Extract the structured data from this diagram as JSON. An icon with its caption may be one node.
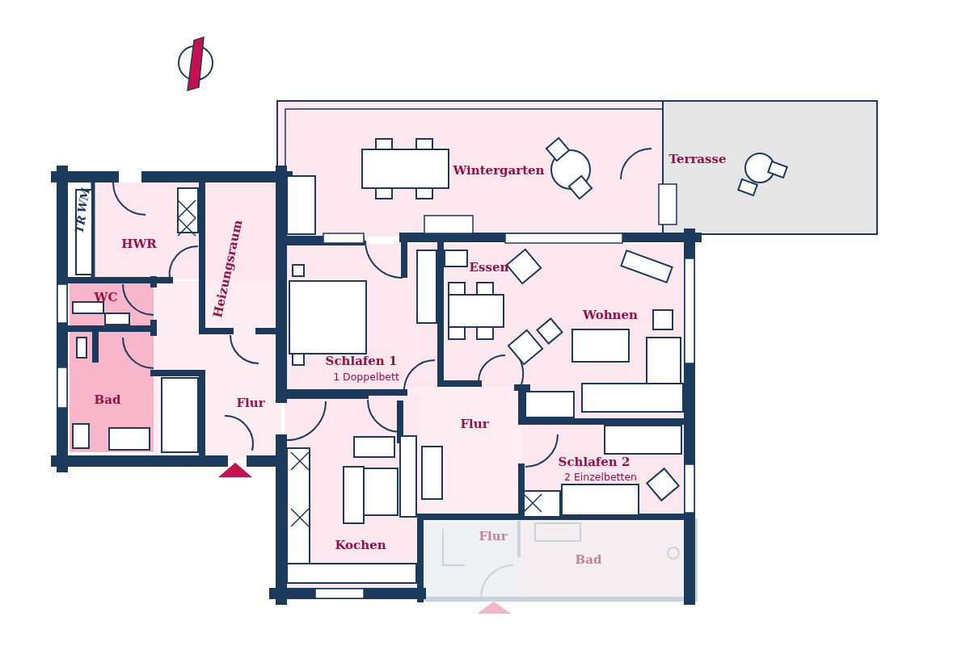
{
  "diagram": {
    "nodes": [
      {
        "text": [
          "Wintergarten"
        ]
      },
      {
        "text": [
          "Terrasse"
        ]
      },
      {
        "text": [
          "HWR"
        ],
        "beside": [
          "TR",
          "WM"
        ]
      },
      {
        "text": [
          "Heizungsraum"
        ]
      },
      {
        "text": [
          "WC"
        ]
      },
      {
        "text": [
          "Bad"
        ]
      },
      {
        "text": [
          "Flur"
        ]
      },
      {
        "text": [
          "Schlafen 1",
          "1 Doppelbett"
        ]
      },
      {
        "text": [
          "Essen",
          "Wohnen"
        ]
      },
      {
        "text": [
          "Flur"
        ]
      },
      {
        "text": [
          "Schlafen 2",
          "2 Einzelbetten"
        ]
      },
      {
        "text": [
          "Kochen"
        ]
      },
      {
        "text": [
          "Flur"
        ]
      },
      {
        "text": [
          "Bad"
        ]
      }
    ]
  }
}
